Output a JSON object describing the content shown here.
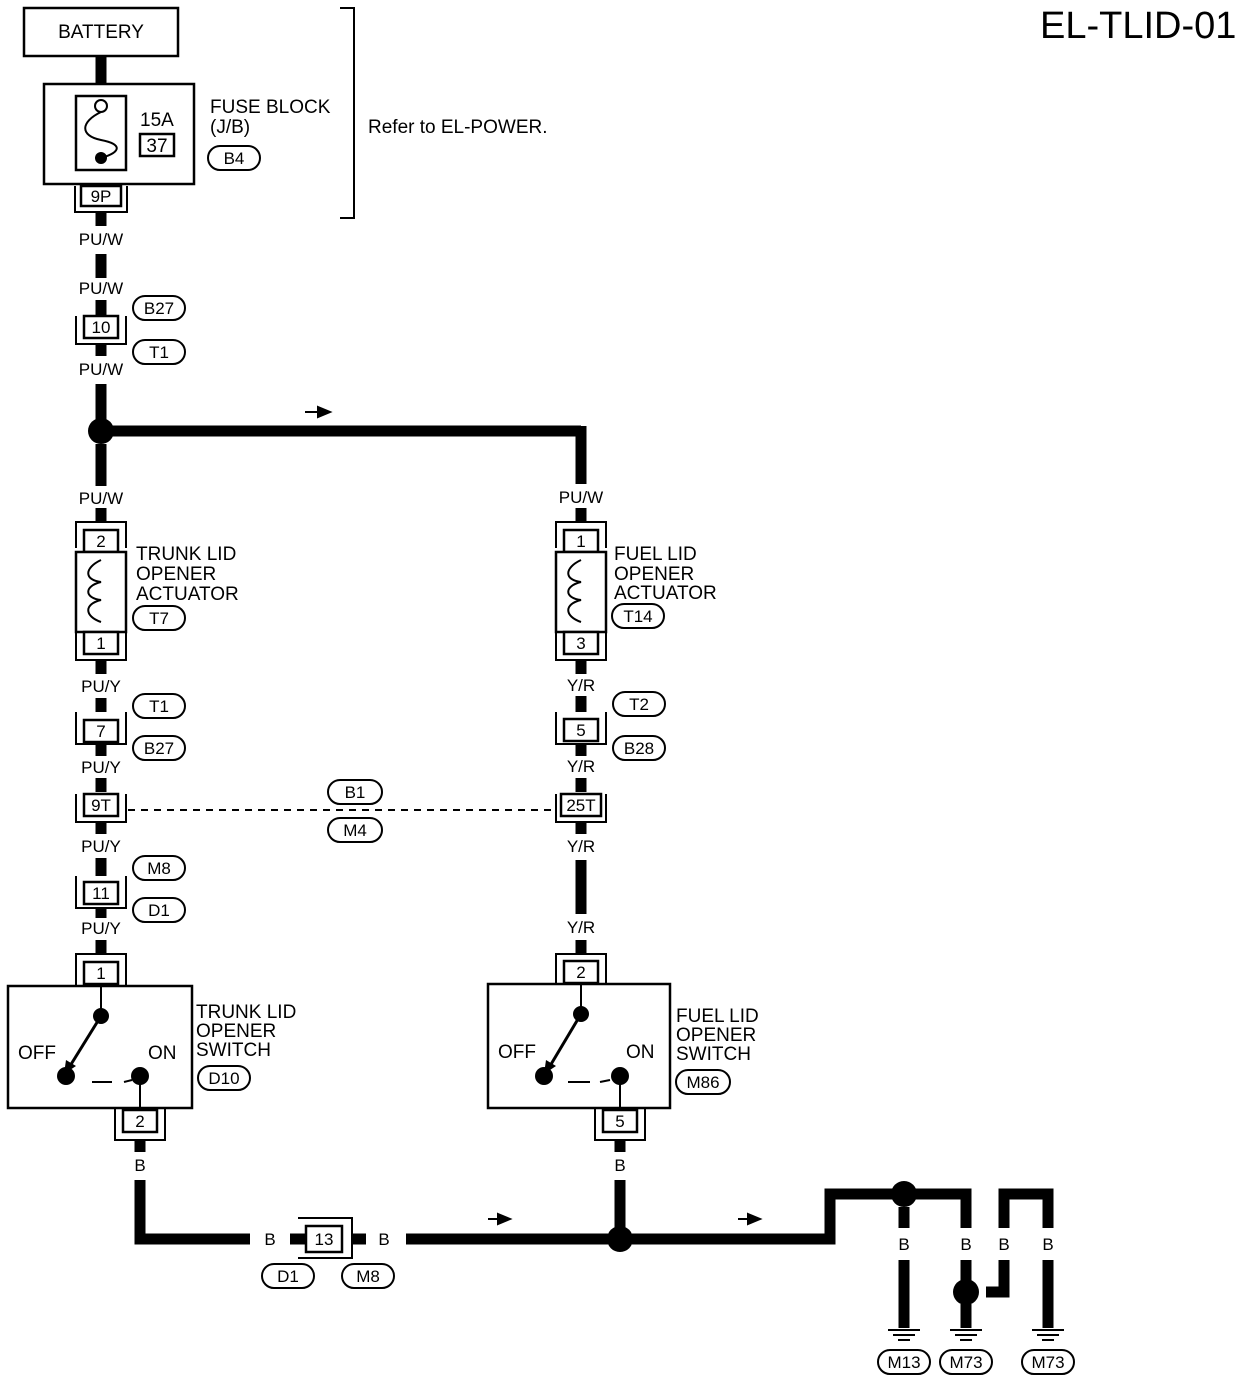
{
  "diagram_id": "EL-TLID-01",
  "battery_label": "BATTERY",
  "fuse_block": {
    "title": "FUSE BLOCK",
    "subtitle": "(J/B)",
    "connector": "B4",
    "amperage": "15A",
    "fuse_number": "37",
    "terminal": "9P"
  },
  "refer_note": "Refer to  EL-POWER.",
  "wires": {
    "pu_w": "PU/W",
    "pu_y": "PU/Y",
    "y_r": "Y/R",
    "b": "B"
  },
  "left_branch": {
    "j1": {
      "pin": "10",
      "top": "B27",
      "bottom": "T1"
    },
    "actuator": {
      "name_l1": "TRUNK LID",
      "name_l2": "OPENER",
      "name_l3": "ACTUATOR",
      "connector": "T7",
      "pin_top": "2",
      "pin_bottom": "1"
    },
    "j2": {
      "pin": "7",
      "top": "T1",
      "bottom": "B27"
    },
    "j3": {
      "pin": "9T"
    },
    "j4": {
      "pin": "11",
      "top": "M8",
      "bottom": "D1"
    },
    "switch": {
      "name_l1": "TRUNK LID",
      "name_l2": "OPENER",
      "name_l3": "SWITCH",
      "connector": "D10",
      "pin_top": "1",
      "pin_bottom": "2",
      "off": "OFF",
      "on": "ON"
    }
  },
  "right_branch": {
    "actuator": {
      "name_l1": "FUEL LID",
      "name_l2": "OPENER",
      "name_l3": "ACTUATOR",
      "connector": "T14",
      "pin_top": "1",
      "pin_bottom": "3"
    },
    "j2": {
      "pin": "5",
      "top": "T2",
      "bottom": "B28"
    },
    "j3": {
      "pin": "25T"
    },
    "switch": {
      "name_l1": "FUEL LID",
      "name_l2": "OPENER",
      "name_l3": "SWITCH",
      "connector": "M86",
      "pin_top": "2",
      "pin_bottom": "5",
      "off": "OFF",
      "on": "ON"
    }
  },
  "cross_link": {
    "top": "B1",
    "bottom": "M4"
  },
  "ground_joint": {
    "pin": "13",
    "left": "D1",
    "right": "M8"
  },
  "grounds": [
    "M13",
    "M73",
    "M73"
  ]
}
